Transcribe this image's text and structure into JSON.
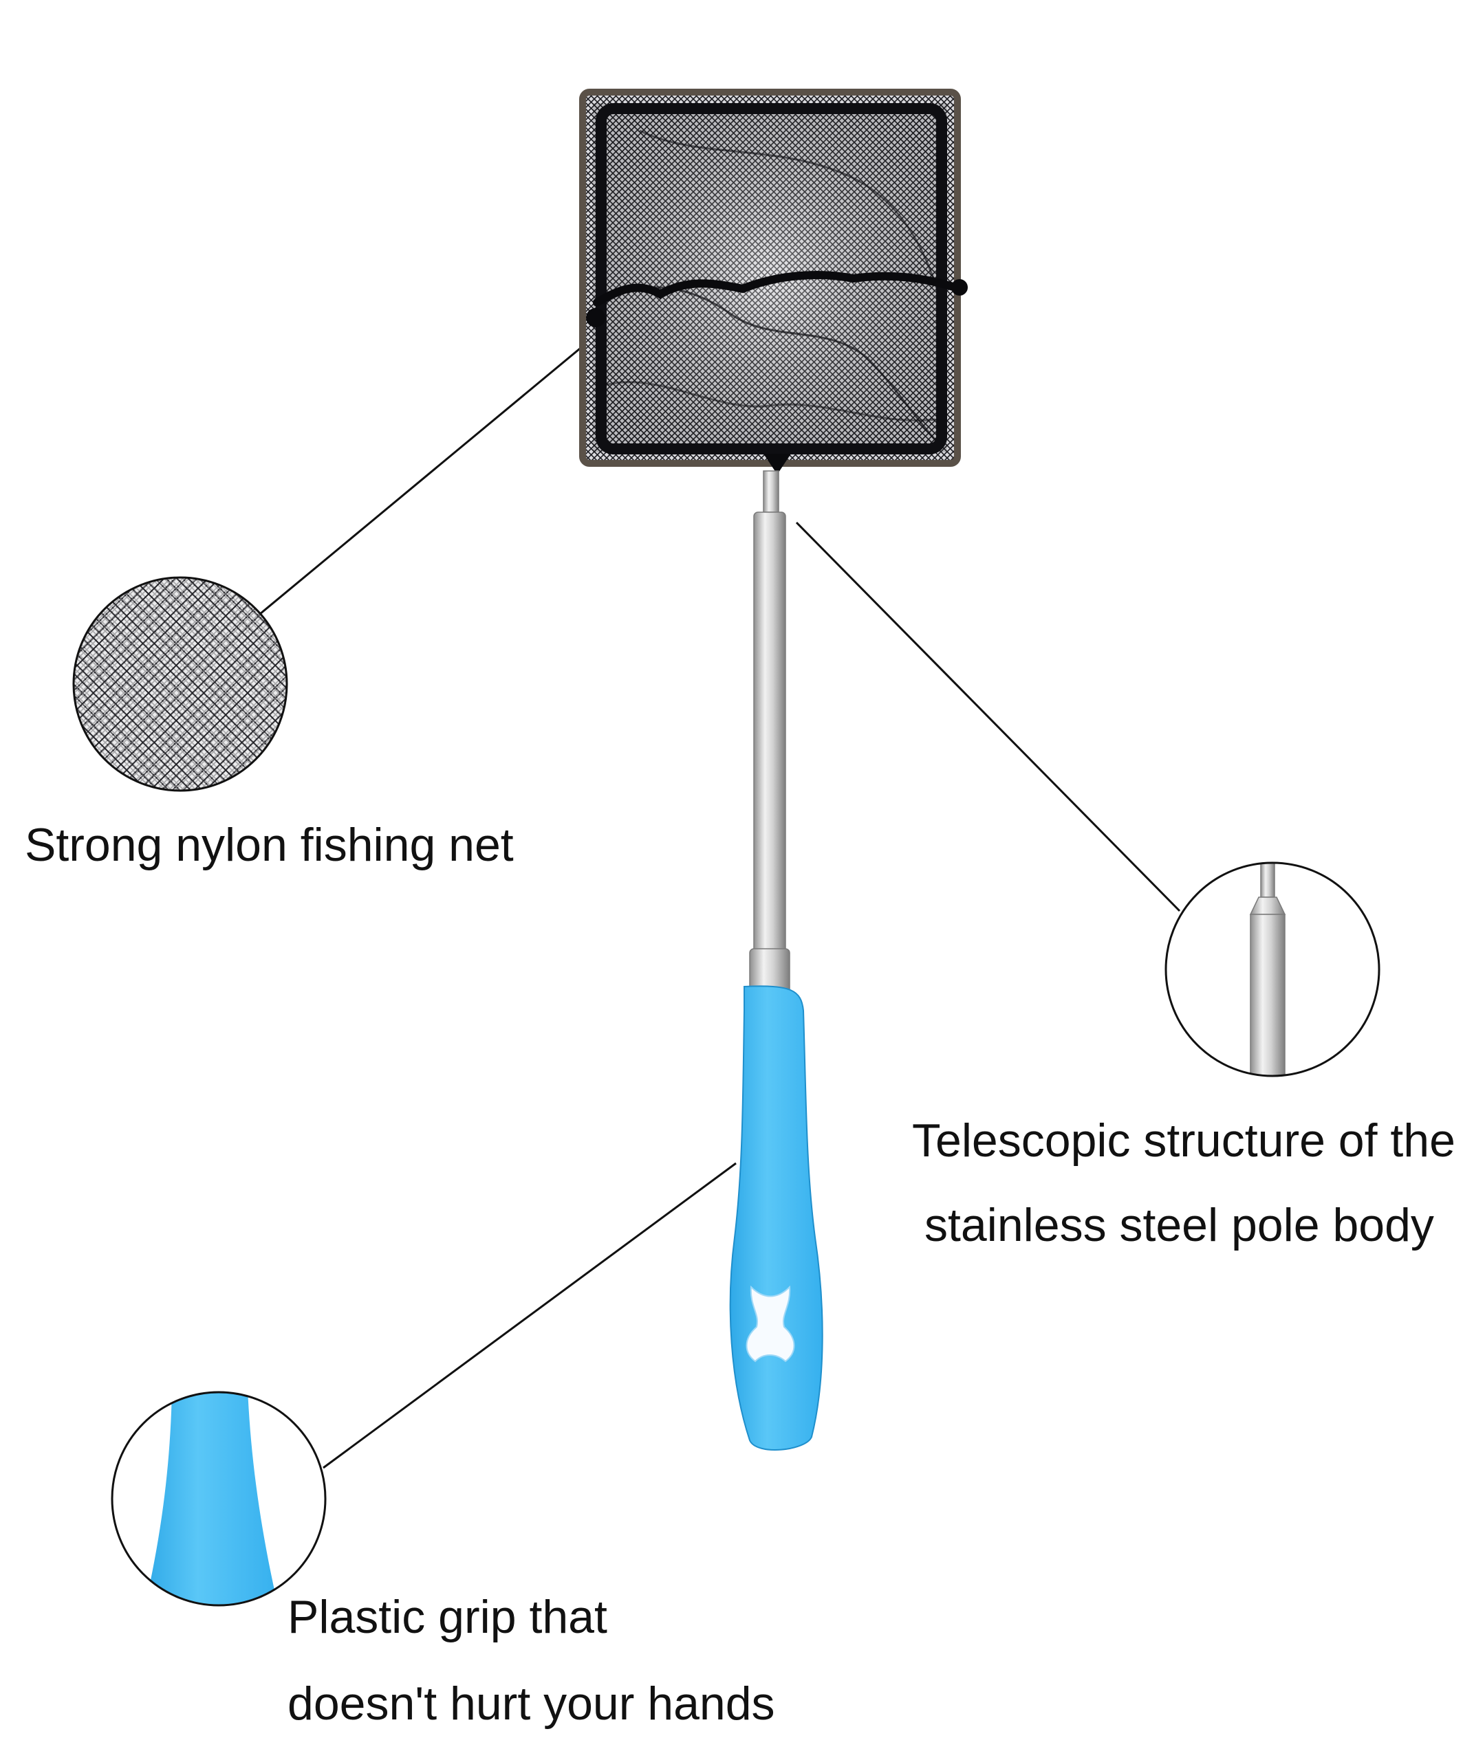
{
  "annotations": {
    "net": {
      "label": "Strong nylon fishing net"
    },
    "pole": {
      "label_line1": "Telescopic structure of the",
      "label_line2": "stainless steel pole body"
    },
    "grip": {
      "label_line1": "Plastic grip that",
      "label_line2": "doesn't hurt your hands"
    }
  },
  "colors": {
    "background": "#ffffff",
    "text": "#111111",
    "grip_blue": "#4cbef5",
    "net_black": "#1a1a1f",
    "frame_steel": "#8a8a8a",
    "pole_steel": "#c9c9c9"
  },
  "icons": {
    "product": "aquarium-fish-net",
    "grip_cutout": "fish-shape-cutout"
  }
}
